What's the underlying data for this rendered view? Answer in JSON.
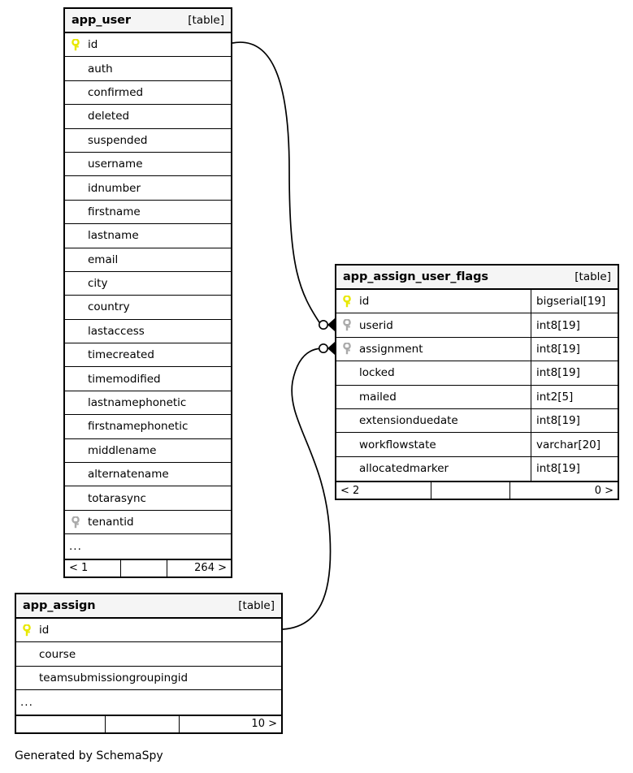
{
  "diagram": {
    "caption": "Generated by SchemaSpy",
    "type_tag": "[table]",
    "ellipsis": "...",
    "colors": {
      "primary_key": "#e8e800",
      "foreign_key": "#aaaaaa",
      "header_bg": "#f5f5f5",
      "border": "#000000",
      "background": "#ffffff"
    }
  },
  "tables": {
    "app_user": {
      "name": "app_user",
      "tag": "[table]",
      "columns": [
        {
          "name": "id",
          "key": "primary"
        },
        {
          "name": "auth",
          "key": "none"
        },
        {
          "name": "confirmed",
          "key": "none"
        },
        {
          "name": "deleted",
          "key": "none"
        },
        {
          "name": "suspended",
          "key": "none"
        },
        {
          "name": "username",
          "key": "none"
        },
        {
          "name": "idnumber",
          "key": "none"
        },
        {
          "name": "firstname",
          "key": "none"
        },
        {
          "name": "lastname",
          "key": "none"
        },
        {
          "name": "email",
          "key": "none"
        },
        {
          "name": "city",
          "key": "none"
        },
        {
          "name": "country",
          "key": "none"
        },
        {
          "name": "lastaccess",
          "key": "none"
        },
        {
          "name": "timecreated",
          "key": "none"
        },
        {
          "name": "timemodified",
          "key": "none"
        },
        {
          "name": "lastnamephonetic",
          "key": "none"
        },
        {
          "name": "firstnamephonetic",
          "key": "none"
        },
        {
          "name": "middlename",
          "key": "none"
        },
        {
          "name": "alternatename",
          "key": "none"
        },
        {
          "name": "totarasync",
          "key": "none"
        },
        {
          "name": "tenantid",
          "key": "foreign"
        }
      ],
      "has_ellipsis": true,
      "footer": {
        "left": "< 1",
        "middle": "",
        "right": "264 >"
      }
    },
    "app_assign_user_flags": {
      "name": "app_assign_user_flags",
      "tag": "[table]",
      "columns": [
        {
          "name": "id",
          "type": "bigserial[19]",
          "key": "primary"
        },
        {
          "name": "userid",
          "type": "int8[19]",
          "key": "foreign"
        },
        {
          "name": "assignment",
          "type": "int8[19]",
          "key": "foreign"
        },
        {
          "name": "locked",
          "type": "int8[19]",
          "key": "none"
        },
        {
          "name": "mailed",
          "type": "int2[5]",
          "key": "none"
        },
        {
          "name": "extensionduedate",
          "type": "int8[19]",
          "key": "none"
        },
        {
          "name": "workflowstate",
          "type": "varchar[20]",
          "key": "none"
        },
        {
          "name": "allocatedmarker",
          "type": "int8[19]",
          "key": "none"
        }
      ],
      "has_ellipsis": false,
      "footer": {
        "left": "< 2",
        "middle": "",
        "right": "0 >"
      }
    },
    "app_assign": {
      "name": "app_assign",
      "tag": "[table]",
      "columns": [
        {
          "name": "id",
          "key": "primary"
        },
        {
          "name": "course",
          "key": "none"
        },
        {
          "name": "teamsubmissiongroupingid",
          "key": "none"
        }
      ],
      "has_ellipsis": true,
      "footer": {
        "left": "",
        "middle": "",
        "right": "10 >"
      }
    }
  },
  "relationships": [
    {
      "from_table": "app_user",
      "from_column": "id",
      "to_table": "app_assign_user_flags",
      "to_column": "userid"
    },
    {
      "from_table": "app_assign",
      "from_column": "id",
      "to_table": "app_assign_user_flags",
      "to_column": "assignment"
    }
  ]
}
